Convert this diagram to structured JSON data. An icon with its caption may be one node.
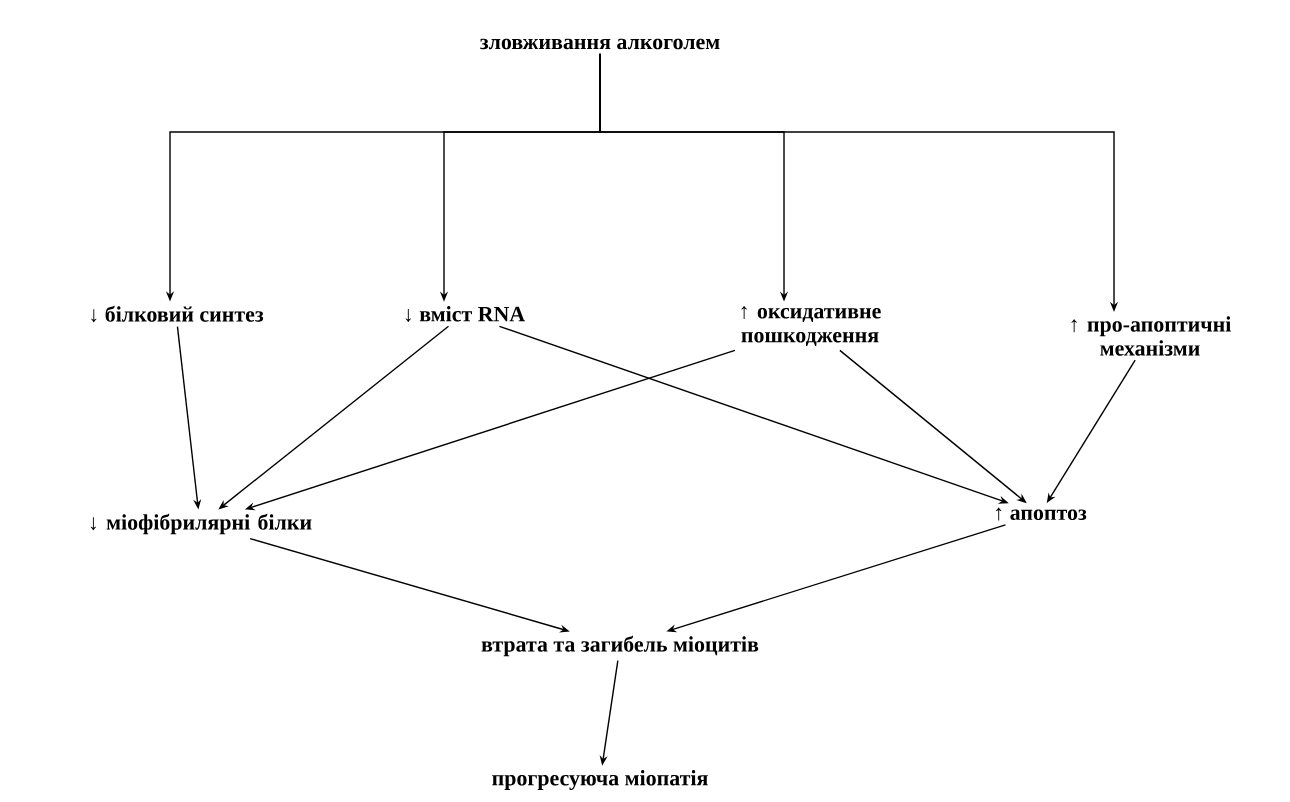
{
  "diagram": {
    "nodes": [
      {
        "text": [
          "зловживання алкоголем"
        ]
      },
      {
        "text": [
          "↓ білковий синтез"
        ]
      },
      {
        "text": [
          "↓ вміст RNA"
        ]
      },
      {
        "text": [
          "↑ оксидативне пошкодження"
        ]
      },
      {
        "text": [
          "↑ про-апоптичні механізми"
        ]
      },
      {
        "text": [
          "↓ міофібрилярні білки"
        ]
      },
      {
        "text": [
          "↑ апоптоз"
        ]
      },
      {
        "text": [
          "втрата та загибель міоцитів"
        ]
      },
      {
        "text": [
          "прогресуюча міопатія"
        ]
      }
    ],
    "edges": [
      {
        "from": 0,
        "to": 1,
        "arrow": "to"
      },
      {
        "from": 0,
        "to": 2,
        "arrow": "to"
      },
      {
        "from": 0,
        "to": 3,
        "arrow": "to"
      },
      {
        "from": 0,
        "to": 4,
        "arrow": "to"
      },
      {
        "from": 1,
        "to": 5,
        "arrow": "to"
      },
      {
        "from": 2,
        "to": 5,
        "arrow": "to"
      },
      {
        "from": 2,
        "to": 6,
        "arrow": "to"
      },
      {
        "from": 3,
        "to": 5,
        "arrow": "to"
      },
      {
        "from": 3,
        "to": 6,
        "arrow": "to"
      },
      {
        "from": 4,
        "to": 6,
        "arrow": "to"
      },
      {
        "from": 5,
        "to": 7,
        "arrow": "to"
      },
      {
        "from": 6,
        "to": 7,
        "arrow": "to"
      },
      {
        "from": 7,
        "to": 8,
        "arrow": "to"
      }
    ]
  }
}
